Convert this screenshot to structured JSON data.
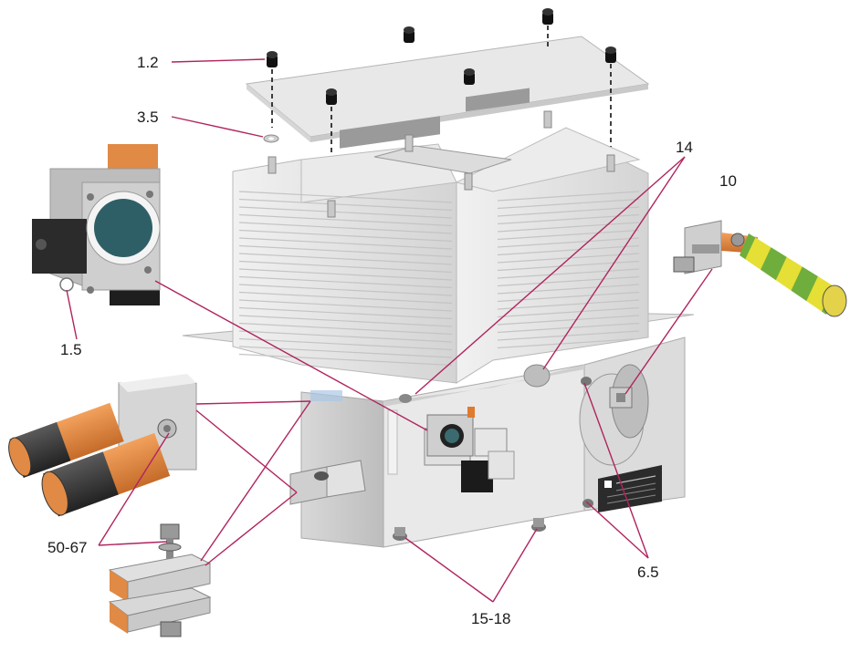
{
  "callouts": {
    "c_1_2": "1.2",
    "c_3_5": "3.5",
    "c_1_5": "1.5",
    "c_14": "14",
    "c_10": "10",
    "c_50_67": "50-67",
    "c_6_5": "6.5",
    "c_15_18": "15-18"
  },
  "colors": {
    "leader": "#b0245e",
    "body": "#e6e6e6",
    "copper": "#e08a45",
    "cable": "#3c3c3c",
    "ground_green": "#7cb342",
    "ground_yellow": "#e8e03a",
    "dial_face": "#2f5f66"
  }
}
